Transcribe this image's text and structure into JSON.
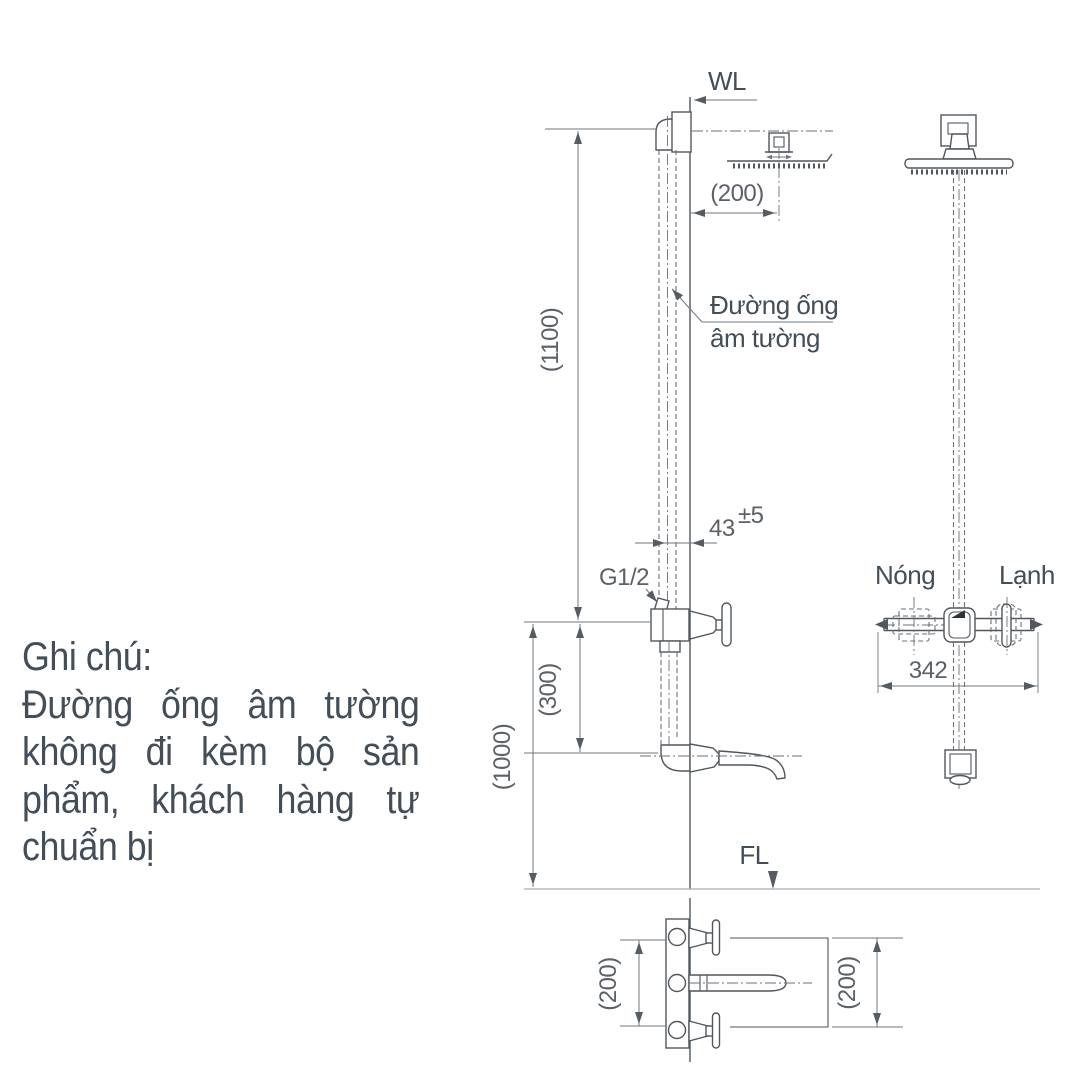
{
  "labels": {
    "wall_line": "WL",
    "floor_line": "FL",
    "hot": "Nóng",
    "cold": "Lạnh",
    "thread": "G1/2",
    "pipe_callout_line1": "Đường ống",
    "pipe_callout_line2": "âm tường"
  },
  "dims": {
    "head_offset": "(200)",
    "height_upper": "(1100)",
    "spout_drop": "(300)",
    "valve_height": "(1000)",
    "valve_span": "342",
    "pipe_depth": "43",
    "pipe_depth_tol": "±5",
    "plan_left": "(200)",
    "plan_right": "(200)"
  },
  "note": {
    "heading": "Ghi chú:",
    "line1": "Đường ống âm tường",
    "line2": "không đi kèm bộ sản",
    "line3": "phẩm, khách hàng tự",
    "line4": "chuẩn bị"
  },
  "colors": {
    "line": "#51575d",
    "pipe": "#6b7077",
    "dim": "#71777d",
    "text_dark": "#434e58",
    "text_num": "#5b6167",
    "floor": "#a9aeb3",
    "black": "#2e3338"
  }
}
